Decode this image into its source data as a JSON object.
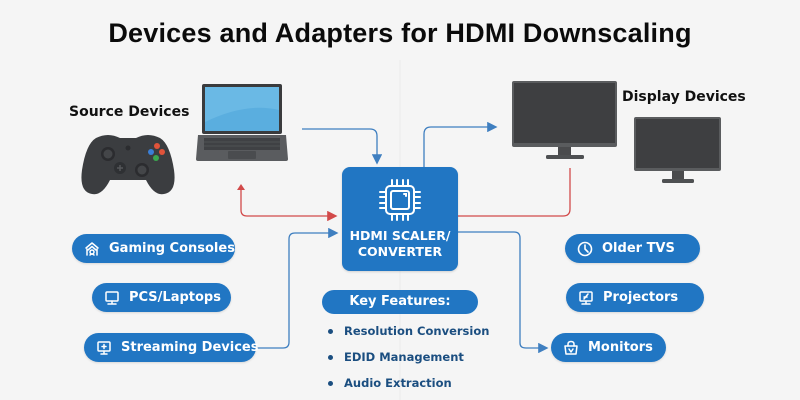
{
  "title": "Devices and Adapters for HDMI Downscaling",
  "sections": {
    "source_label": "Source Devices",
    "display_label": "Display Devices"
  },
  "images": {
    "source": [
      "game-controller",
      "laptop"
    ],
    "display": [
      "large-monitor",
      "small-monitor"
    ]
  },
  "center_box": {
    "icon": "chip-icon",
    "label_line1": "HDMI SCALER/",
    "label_line2": "CONVERTER"
  },
  "source_pills": [
    {
      "icon": "gaming-console-icon",
      "label": "Gaming Consoles"
    },
    {
      "icon": "desktop-icon",
      "label": "PCS/Laptops"
    },
    {
      "icon": "streaming-monitor-icon",
      "label": "Streaming Devices"
    }
  ],
  "display_pills": [
    {
      "icon": "clock-icon",
      "label": "Older TVS"
    },
    {
      "icon": "projector-screen-icon",
      "label": "Projectors"
    },
    {
      "icon": "basket-icon",
      "label": "Monitors"
    }
  ],
  "key_features": {
    "heading": "Key Features:",
    "items": [
      "Resolution Conversion",
      "EDID Management",
      "Audio Extraction"
    ]
  },
  "colors": {
    "background": "#f5f5f5",
    "primary_blue": "#2176c3",
    "connector_blue": "#3f7fc0",
    "connector_red": "#d24a4a",
    "feature_text": "#1b4e80"
  }
}
